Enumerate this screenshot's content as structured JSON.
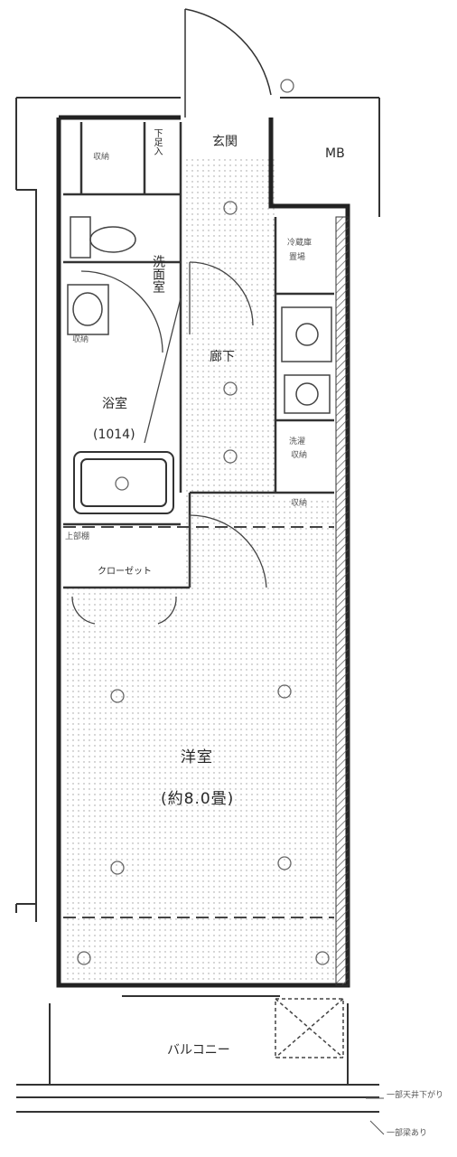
{
  "floor_plan": {
    "rooms": {
      "genkan": "玄関",
      "shoe_box": "下足入",
      "mb": "MB",
      "washroom": "洗面室",
      "corridor": "廊下",
      "bath": "浴室",
      "bath_size": "(1014)",
      "upper_shelf": "上部棚",
      "closet": "クローゼット",
      "western_room": "洋室",
      "western_room_size": "(約8.0畳)",
      "balcony": "バルコニー"
    },
    "fixtures": {
      "storage": "収納",
      "storage_2": "収納",
      "laundry": "洗濯",
      "fridge": "冷蔵庫",
      "fridge_2": "置場",
      "storage_3": "収納",
      "storage_4": "収納"
    },
    "notes": {
      "note_1": "一部天井下がり",
      "note_2": "一部梁あり"
    }
  }
}
